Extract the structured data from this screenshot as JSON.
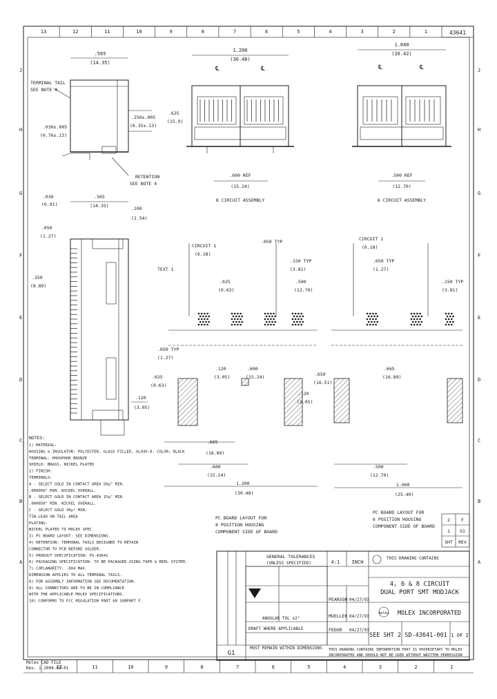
{
  "border": {
    "zones_top": [
      "13",
      "12",
      "11",
      "10",
      "9",
      "8",
      "7",
      "6",
      "5",
      "4",
      "3",
      "2",
      "1"
    ],
    "zones_bottom": [
      "12",
      "11",
      "10",
      "9",
      "8",
      "7",
      "6",
      "5",
      "4",
      "3",
      "2",
      "1"
    ],
    "rows_right": [
      "J",
      "H",
      "G",
      "F",
      "E",
      "D",
      "C",
      "B",
      "A"
    ],
    "rows_left": [
      "J",
      "H",
      "G",
      "F",
      "E",
      "D",
      "C",
      "B",
      "A"
    ],
    "doc_tab": "43641"
  },
  "views": {
    "side_width": ".565",
    "side_width_mm": "(14.35)",
    "terminal_label": "TERMINAL TAIL",
    "see_note": "SEE NOTE 4",
    "side_dim_1": ".250±.005",
    "side_dim_1_mm": "(6.35±.13)",
    "side_dim_2": ".030±.005",
    "side_dim_2_mm": "(0.76±.13)",
    "retention": "RETENTION",
    "retention_note": "SEE NOTE 4",
    "side_height": ".625",
    "side_height_mm": "(15.9)",
    "eight_width": "1.200",
    "eight_width_mm": "(30.48)",
    "eight_pitch": ".600 REF",
    "eight_pitch_mm": "(15.24)",
    "eight_caption": "8 CIRCUIT ASSEMBLY",
    "six_width": "1.040",
    "six_width_mm": "(26.42)",
    "six_pitch": ".500 REF",
    "six_pitch_mm": "(12.70)",
    "six_caption": "6 CIRCUIT ASSEMBLY",
    "bottom_w1": ".565",
    "bottom_w1_mm": "(14.35)",
    "bottom_w2": ".036",
    "bottom_w2_mm": "(0.91)",
    "bottom_h1": ".050",
    "bottom_h1_mm": "(1.27)",
    "bottom_h2": ".350",
    "bottom_h2_mm": "(8.89)",
    "bottom_d1": ".100",
    "bottom_d1_mm": "(2.54)"
  },
  "layouts": {
    "circuit_1": "CIRCUIT 1",
    "circuit_1_mm": "(6.18)",
    "pcb_caption": "PC BOARD LAYOUT FOR\n8 POSITION HOUSING\nCOMPONENT SIDE OF BOARD",
    "pcb_caption_2": "PC BOARD LAYOUT FOR\n6 POSITION HOUSING\nCOMPONENT SIDE OF BOARD",
    "dim_a": ".025",
    "dim_a_mm": "(0.63)",
    "dim_b": ".050 TYP",
    "dim_b_mm": "(1.27)",
    "dim_c": ".150 TYP",
    "dim_c_mm": "(3.81)",
    "dim_d": ".500",
    "dim_d_mm": "(12.70)",
    "dim_e": ".120",
    "dim_e_mm": "(3.05)",
    "dim_f": ".650",
    "dim_f_mm": "(16.51)",
    "dim_g": ".600",
    "dim_g_mm": "(15.24)",
    "dim_h": "1.200",
    "dim_h_mm": "(30.48)",
    "dim_i": "1.000",
    "dim_i_mm": "(25.40)",
    "dim_j": ".665",
    "dim_j_mm": "(16.89)"
  },
  "notes": {
    "title": "NOTES:",
    "lines": [
      "1) MATERIAL:",
      "   HOUSING & INSULATOR: POLYESTER, GLASS FILLED, UL94V-0, COLOR: BLACK",
      "   TERMINAL: PHOSPHOR BRONZE",
      "   SHIELD: BRASS, NICKEL PLATED",
      "2) FINISH:",
      "   TERMINALS:",
      "   A - SELECT GOLD IN CONTACT AREA 50µ\" MIN.",
      "       .000050\" MIN. NICKEL OVERALL.",
      "   B - SELECT GOLD IN CONTACT AREA 15µ\" MIN.",
      "       .000050\" MIN. NICKEL OVERALL.",
      "   C - SELECT GOLD 30µ\" MIN.",
      "       TIN-LEAD ON TAIL AREA",
      "   PLATING:",
      "   NICKEL PLATED TO MOLEX SPEC.",
      "3) PC BOARD LAYOUT: SEE DIMENSIONS.",
      "4) RETENTION: TERMINAL TAILS DESIGNED TO RETAIN",
      "   CONNECTOR TO PCB BEFORE SOLDER.",
      "5) PRODUCT SPECIFICATION: PS-43641",
      "6) PACKAGING SPECIFICATION: TO BE PACKAGED USING TAPE & REEL SYSTEM.",
      "7) COPLANARITY: .004 MAX.",
      "   DIMENSION APPLIES TO ALL TERMINAL TAILS.",
      "8) FOR ASSEMBLY INFORMATION SEE DOCUMENTATION.",
      "9) ALL CONNECTORS ARE TO BE IN COMPLIANCE",
      "   WITH THE APPLICABLE MOLEX SPECIFICATIONS.",
      "10) CONFORMS TO FCC REGULATION PART 68 SUBPART F."
    ]
  },
  "title_block": {
    "tolerances_header": "GENERAL TOLERANCES",
    "tolerances_sub": "(UNLESS SPECIFIED)",
    "scale": "4:1",
    "units": "INCH",
    "company_top": "THIS DRAWING CONTAINS",
    "title_line1": "4, 6 & 8 CIRCUIT",
    "title_line2": "DUAL PORT SMT MODJACK",
    "company": "MOLEX INCORPORATED",
    "sheet_label": "SEE SHT 2",
    "doc_number": "SD-43641-001",
    "sheet_count": "1 OF 2",
    "drawn_by": "PEARSON",
    "checked_by": "MUELLER",
    "approved_by": "FEDOR",
    "date_1": "04/27/93",
    "date_2": "04/27/93",
    "date_3": "04/27/93",
    "revision": "G1",
    "rev_table": [
      {
        "sht": "2",
        "rev": "F"
      },
      {
        "sht": "1",
        "rev": "G1"
      },
      {
        "sht": "SHT",
        "rev": "REV"
      }
    ],
    "proprietary_1": "THIS DRAWING CONTAINS INFORMATION THAT IS PROPRIETARY TO MOLEX",
    "proprietary_2": "INCORPORATED AND SHOULD NOT BE USED WITHOUT WRITTEN PERMISSION",
    "angular": "ANGULAR TOL ±2°",
    "first_angle": "DRAFT WHERE APPLICABLE",
    "dims_note": "MUST REMAIN WITHIN DIMENSIONS",
    "footer_left_1": "Molex CAD FILE",
    "footer_left_2": "Rev. 1 2004-03-01"
  }
}
